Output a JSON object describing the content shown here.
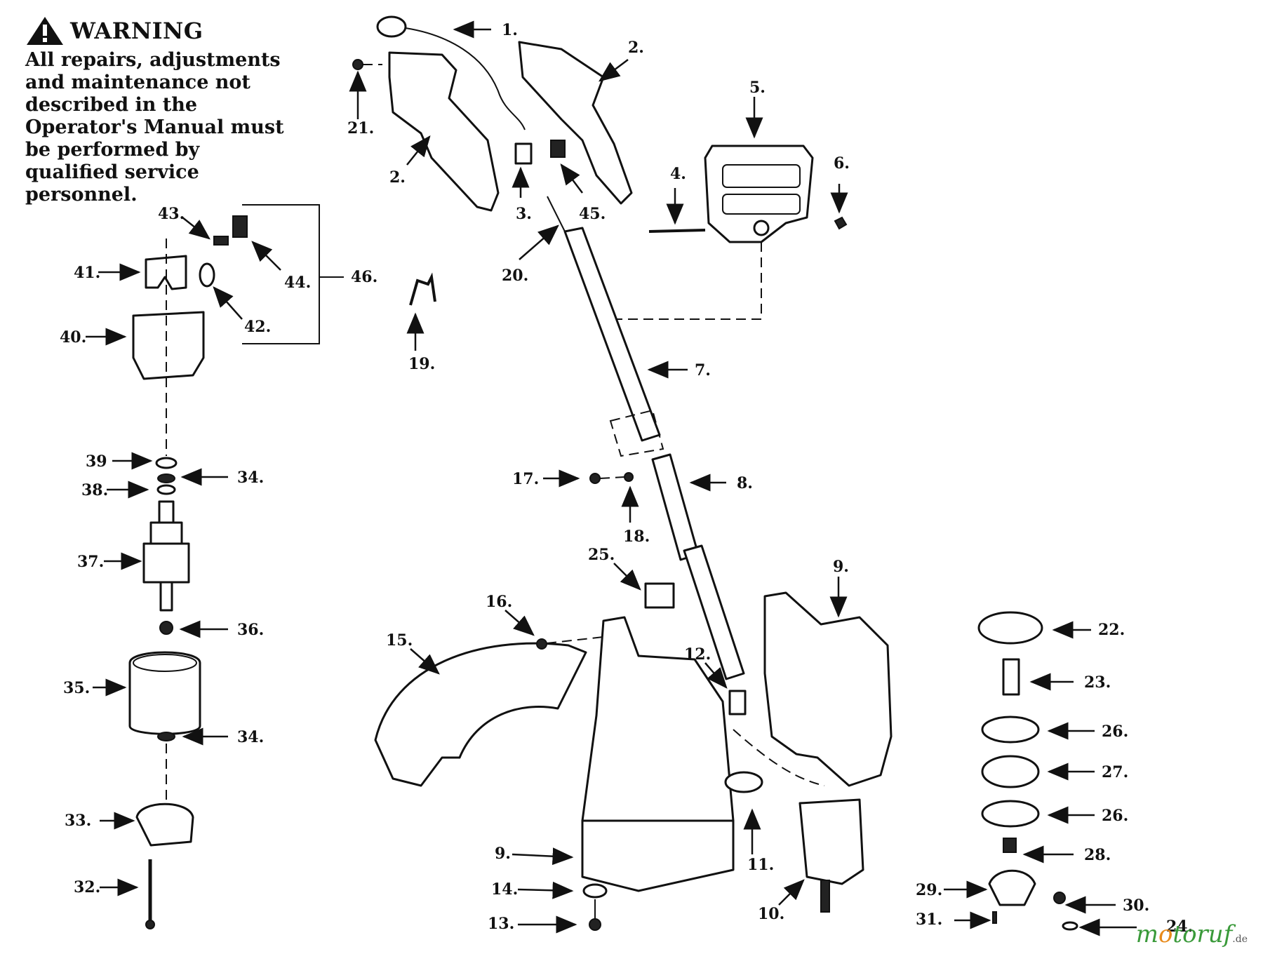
{
  "warning": {
    "title": "WARNING",
    "text": "All repairs, adjustments and maintenance not described in the Operator's Manual must be performed by qualified service personnel."
  },
  "callouts": [
    {
      "id": "c1",
      "text": "1."
    },
    {
      "id": "c2a",
      "text": "2."
    },
    {
      "id": "c2b",
      "text": "2."
    },
    {
      "id": "c3",
      "text": "3."
    },
    {
      "id": "c4",
      "text": "4."
    },
    {
      "id": "c5",
      "text": "5."
    },
    {
      "id": "c6",
      "text": "6."
    },
    {
      "id": "c7",
      "text": "7."
    },
    {
      "id": "c8",
      "text": "8."
    },
    {
      "id": "c9a",
      "text": "9."
    },
    {
      "id": "c9b",
      "text": "9."
    },
    {
      "id": "c10",
      "text": "10."
    },
    {
      "id": "c11",
      "text": "11."
    },
    {
      "id": "c12",
      "text": "12."
    },
    {
      "id": "c13",
      "text": "13."
    },
    {
      "id": "c14",
      "text": "14."
    },
    {
      "id": "c15",
      "text": "15."
    },
    {
      "id": "c16",
      "text": "16."
    },
    {
      "id": "c17",
      "text": "17."
    },
    {
      "id": "c18",
      "text": "18."
    },
    {
      "id": "c19",
      "text": "19."
    },
    {
      "id": "c20",
      "text": "20."
    },
    {
      "id": "c21",
      "text": "21."
    },
    {
      "id": "c22",
      "text": "22."
    },
    {
      "id": "c23",
      "text": "23."
    },
    {
      "id": "c24",
      "text": "24."
    },
    {
      "id": "c25",
      "text": "25."
    },
    {
      "id": "c26a",
      "text": "26."
    },
    {
      "id": "c26b",
      "text": "26."
    },
    {
      "id": "c27",
      "text": "27."
    },
    {
      "id": "c28",
      "text": "28."
    },
    {
      "id": "c29",
      "text": "29."
    },
    {
      "id": "c30",
      "text": "30."
    },
    {
      "id": "c31",
      "text": "31."
    },
    {
      "id": "c32",
      "text": "32."
    },
    {
      "id": "c33",
      "text": "33."
    },
    {
      "id": "c34a",
      "text": "34."
    },
    {
      "id": "c34b",
      "text": "34."
    },
    {
      "id": "c35",
      "text": "35."
    },
    {
      "id": "c36",
      "text": "36."
    },
    {
      "id": "c37",
      "text": "37."
    },
    {
      "id": "c38",
      "text": "38."
    },
    {
      "id": "c39",
      "text": "39"
    },
    {
      "id": "c40",
      "text": "40."
    },
    {
      "id": "c41",
      "text": "41."
    },
    {
      "id": "c42",
      "text": "42."
    },
    {
      "id": "c43",
      "text": "43."
    },
    {
      "id": "c44",
      "text": "44."
    },
    {
      "id": "c45",
      "text": "45."
    },
    {
      "id": "c46",
      "text": "46."
    }
  ],
  "watermark": {
    "m": "m",
    "o": "o",
    "rest": "toruf",
    "suffix": ".de"
  }
}
